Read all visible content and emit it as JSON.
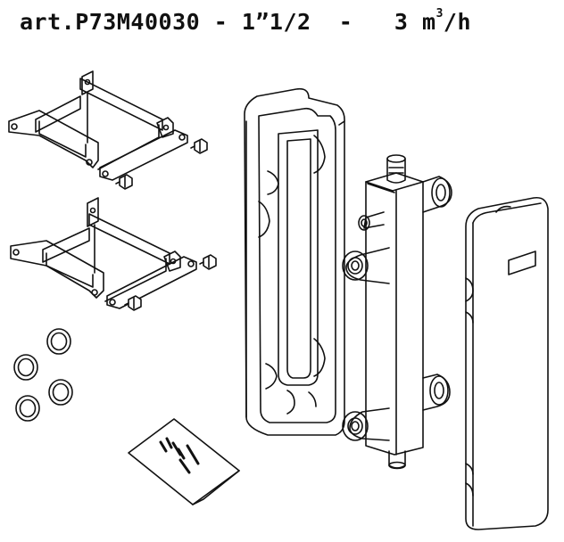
{
  "title": {
    "article": "art.P73M40030",
    "sep1": " - ",
    "size": "1”1/2",
    "sep2": "  -   ",
    "flow_value": "3 m",
    "flow_sup": "3",
    "flow_unit": "/h"
  }
}
